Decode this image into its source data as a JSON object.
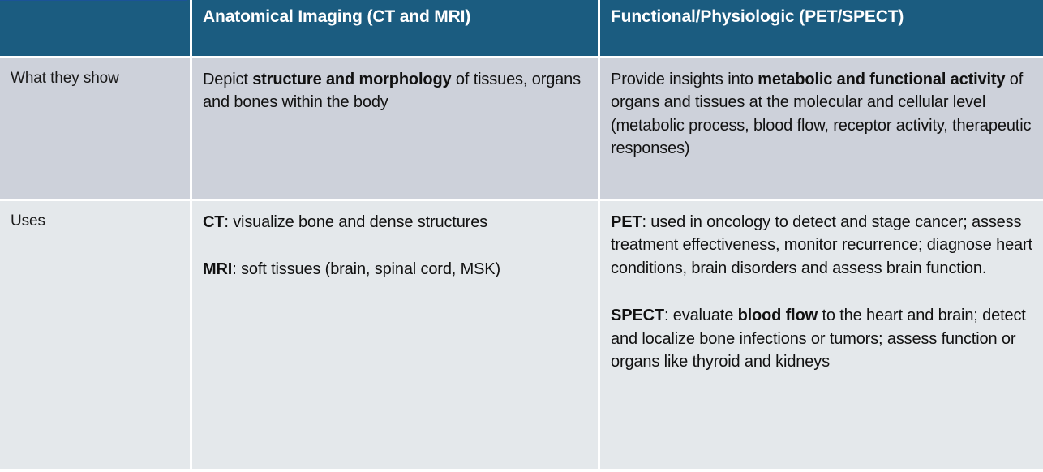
{
  "table": {
    "columns": [
      {
        "key": "label",
        "header": ""
      },
      {
        "key": "anatomical",
        "header": "Anatomical Imaging (CT and MRI)"
      },
      {
        "key": "functional",
        "header": "Functional/Physiologic (PET/SPECT)"
      }
    ],
    "rows": [
      {
        "label": "What they show",
        "anatomical": {
          "segments": [
            {
              "text": "Depict ",
              "bold": false
            },
            {
              "text": "structure and morphology",
              "bold": true
            },
            {
              "text": " of tissues, organs and bones within the body",
              "bold": false
            }
          ]
        },
        "functional": {
          "segments": [
            {
              "text": "Provide insights into ",
              "bold": false
            },
            {
              "text": "metabolic and functional activity",
              "bold": true
            },
            {
              "text": " of organs and tissues at the molecular and cellular level (metabolic process, blood flow, receptor activity, therapeutic responses)",
              "bold": false
            }
          ]
        }
      },
      {
        "label": "Uses",
        "anatomical": {
          "paragraphs": [
            {
              "segments": [
                {
                  "text": "CT",
                  "bold": true
                },
                {
                  "text": ": visualize bone and dense structures",
                  "bold": false
                }
              ]
            },
            {
              "segments": [
                {
                  "text": "MRI",
                  "bold": true
                },
                {
                  "text": ": soft tissues (brain, spinal cord, MSK)",
                  "bold": false
                }
              ]
            }
          ]
        },
        "functional": {
          "paragraphs": [
            {
              "segments": [
                {
                  "text": "PET",
                  "bold": true
                },
                {
                  "text": ": used in oncology to detect and stage cancer; assess treatment effectiveness, monitor recurrence; diagnose heart conditions, brain disorders and assess brain function.",
                  "bold": false
                }
              ]
            },
            {
              "segments": [
                {
                  "text": "SPECT",
                  "bold": true
                },
                {
                  "text": ": evaluate ",
                  "bold": false
                },
                {
                  "text": "blood flow",
                  "bold": true
                },
                {
                  "text": " to the heart and brain; detect and localize bone infections or tumors; assess function or organs like thyroid and kidneys",
                  "bold": false
                }
              ]
            }
          ]
        }
      }
    ]
  },
  "colors": {
    "header_background": "#1b5c80",
    "accent_strip": "#1b5398",
    "row_shaded_background": "#cdd1da",
    "row_light_background": "#e4e8eb",
    "header_text": "#ffffff",
    "body_text": "#111111",
    "gutter": "#ffffff"
  }
}
